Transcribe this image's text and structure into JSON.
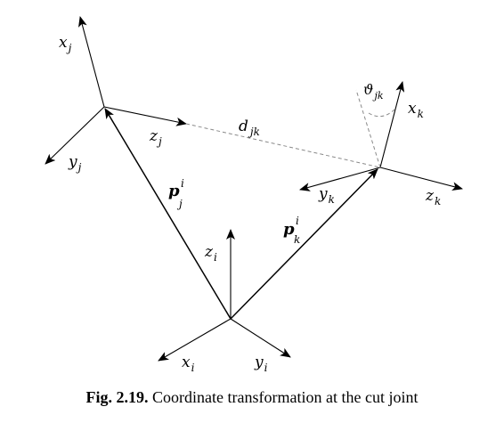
{
  "labels": {
    "x_j": {
      "base": "x",
      "sub": "j"
    },
    "y_j": {
      "base": "y",
      "sub": "j"
    },
    "z_j": {
      "base": "z",
      "sub": "j"
    },
    "x_k": {
      "base": "x",
      "sub": "k"
    },
    "y_k": {
      "base": "y",
      "sub": "k"
    },
    "z_k": {
      "base": "z",
      "sub": "k"
    },
    "x_i": {
      "base": "x",
      "sub": "i"
    },
    "y_i": {
      "base": "y",
      "sub": "i"
    },
    "z_i": {
      "base": "z",
      "sub": "i"
    },
    "d_jk": {
      "base": "d",
      "sub": "jk"
    },
    "theta_jk": {
      "base": "ϑ",
      "sub": "jk"
    },
    "p_j_i": {
      "base": "p",
      "sub": "j",
      "sup": "i"
    },
    "p_k_i": {
      "base": "p",
      "sub": "k",
      "sup": "i"
    }
  },
  "caption": {
    "prefix": "Fig. 2.19.",
    "text": "Coordinate transformation at the cut joint"
  }
}
